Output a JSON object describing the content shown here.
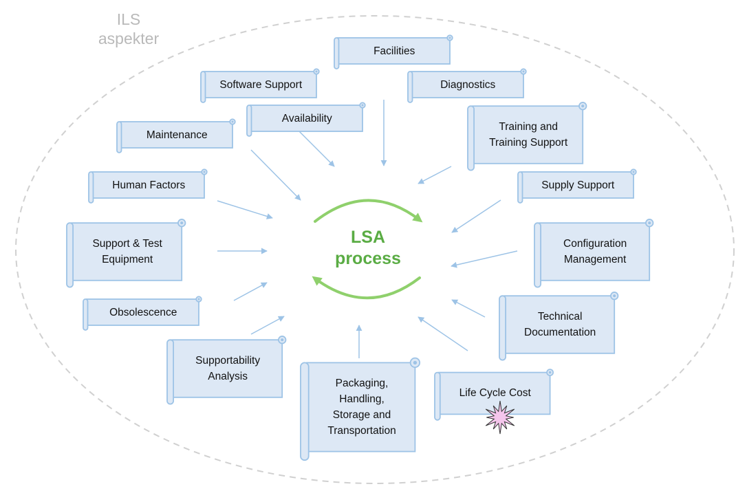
{
  "title": {
    "line1": "ILS",
    "line2": "aspekter"
  },
  "center": {
    "line1": "LSA",
    "line2": "process"
  },
  "aspects": [
    "Facilities",
    "Software Support",
    "Diagnostics",
    "Availability",
    "Maintenance",
    "Training and\nTraining Support",
    "Human Factors",
    "Supply Support",
    "Support & Test\nEquipment",
    "Configuration\nManagement",
    "Obsolescence",
    "Technical\nDocumentation",
    "Supportability\nAnalysis",
    "Packaging,\nHandling,\nStorage and\nTransportation",
    "Life Cycle Cost"
  ],
  "colors": {
    "scroll_fill": "#dde8f5",
    "scroll_stroke": "#9dc3e6",
    "arrow": "#9dc3e6",
    "cycle": "#8fd06c",
    "center_text": "#5aac44",
    "ellipse": "#d0d0d0",
    "title": "#b9b9b9",
    "burst_fill": "#f5c6ec"
  }
}
